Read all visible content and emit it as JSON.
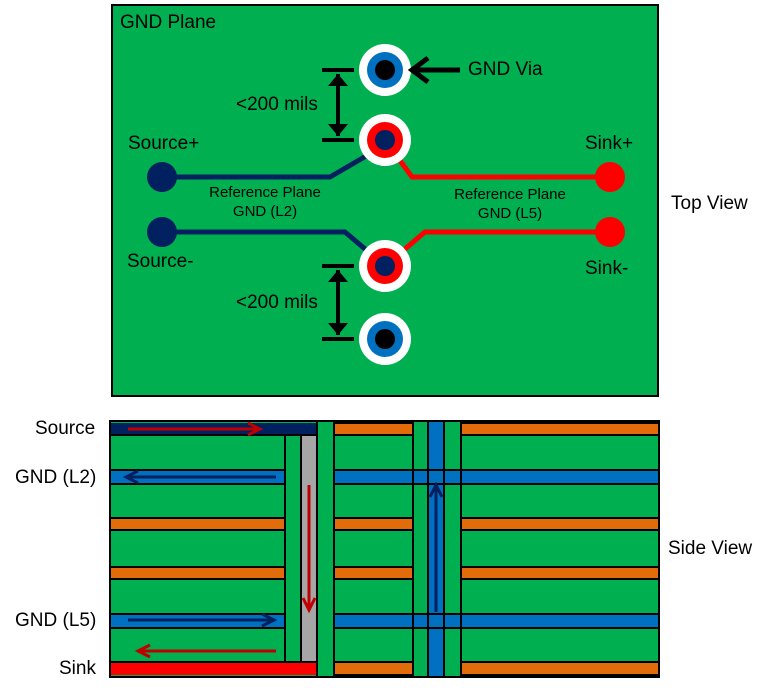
{
  "top_view": {
    "plane_label": "GND Plane",
    "via_label": "GND Via",
    "spacing_upper": "<200 mils",
    "spacing_lower": "<200 mils",
    "source_plus": "Source+",
    "source_minus": "Source-",
    "sink_plus": "Sink+",
    "sink_minus": "Sink-",
    "ref_plane_left_line1": "Reference Plane",
    "ref_plane_left_line2": "GND (L2)",
    "ref_plane_right_line1": "Reference Plane",
    "ref_plane_right_line2": "GND (L5)",
    "view_label": "Top View"
  },
  "side_view": {
    "layers": [
      "Source",
      "GND (L2)",
      "GND (L5)",
      "Sink"
    ],
    "view_label": "Side View"
  },
  "colors": {
    "board_green": "#00b050",
    "trace_positive": "#ff0000",
    "trace_negative": "#002060",
    "gnd_blue": "#0070c0",
    "prepreg_orange": "#e36c0a",
    "via_barrel_gray": "#a6a6a6",
    "return_arrow_red": "#c00000"
  }
}
